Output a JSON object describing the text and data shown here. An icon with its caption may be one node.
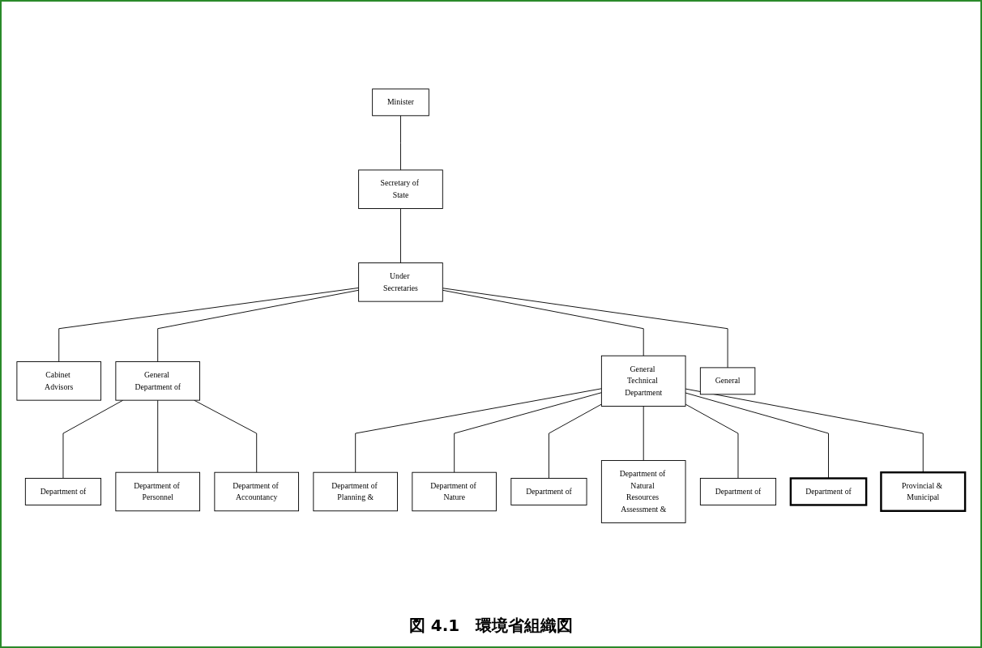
{
  "diagram": {
    "caption": "図 4.1　環境省組織図",
    "nodes": [
      {
        "text": [
          "Minister"
        ]
      },
      {
        "text": [
          "Secretary of State"
        ]
      },
      {
        "text": [
          "Under Secretaries"
        ]
      },
      {
        "text": [
          "Cabinet Advisors"
        ]
      },
      {
        "text": [
          "General Department of"
        ]
      },
      {
        "text": [
          "General Technical Department"
        ]
      },
      {
        "text": [
          "General"
        ]
      },
      {
        "text": [
          "Department of"
        ]
      },
      {
        "text": [
          "Department of Personnel"
        ]
      },
      {
        "text": [
          "Department of Accountancy"
        ]
      },
      {
        "text": [
          "Department of Planning &"
        ]
      },
      {
        "text": [
          "Department of Nature"
        ]
      },
      {
        "text": [
          "Department of"
        ]
      },
      {
        "text": [
          "Department of Natural Resources Assessment &"
        ]
      },
      {
        "text": [
          "Department of"
        ]
      },
      {
        "text": [
          "Department of"
        ]
      },
      {
        "text": [
          "Provincial & Municipal"
        ]
      }
    ],
    "edges": [
      {
        "from": 0,
        "to": 1,
        "arrow": "none"
      },
      {
        "from": 1,
        "to": 2,
        "arrow": "none"
      },
      {
        "from": 2,
        "to": 3,
        "arrow": "none"
      },
      {
        "from": 2,
        "to": 4,
        "arrow": "none"
      },
      {
        "from": 2,
        "to": 5,
        "arrow": "none"
      },
      {
        "from": 2,
        "to": 6,
        "arrow": "none"
      },
      {
        "from": 4,
        "to": 7,
        "arrow": "none"
      },
      {
        "from": 4,
        "to": 8,
        "arrow": "none"
      },
      {
        "from": 4,
        "to": 9,
        "arrow": "none"
      },
      {
        "from": 5,
        "to": 10,
        "arrow": "none"
      },
      {
        "from": 5,
        "to": 11,
        "arrow": "none"
      },
      {
        "from": 5,
        "to": 12,
        "arrow": "none"
      },
      {
        "from": 5,
        "to": 13,
        "arrow": "none"
      },
      {
        "from": 5,
        "to": 14,
        "arrow": "none"
      },
      {
        "from": 5,
        "to": 15,
        "arrow": "none"
      },
      {
        "from": 5,
        "to": 16,
        "arrow": "none"
      }
    ]
  }
}
